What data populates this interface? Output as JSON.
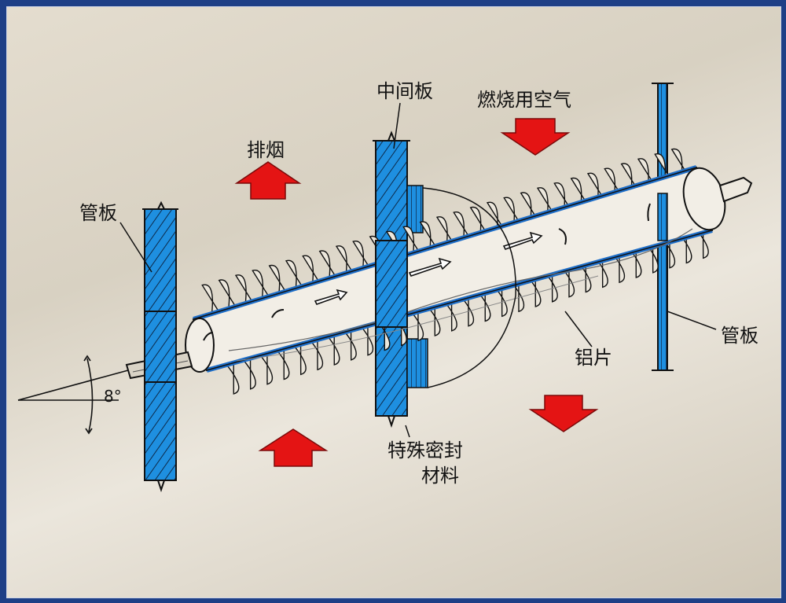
{
  "labels": {
    "smoke_exhaust": "排烟",
    "middle_plate": "中间板",
    "combustion_air": "燃烧用空气",
    "tube_plate_left": "管板",
    "tube_plate_right": "管板",
    "aluminum_fin": "铝片",
    "special_seal_line1": "特殊密封",
    "special_seal_line2": "材料",
    "tilt_angle": "8°"
  },
  "colors": {
    "border": "#1e3f86",
    "plate_blue": "#1e8fe0",
    "arrow_red": "#e41414",
    "line": "#111111"
  }
}
